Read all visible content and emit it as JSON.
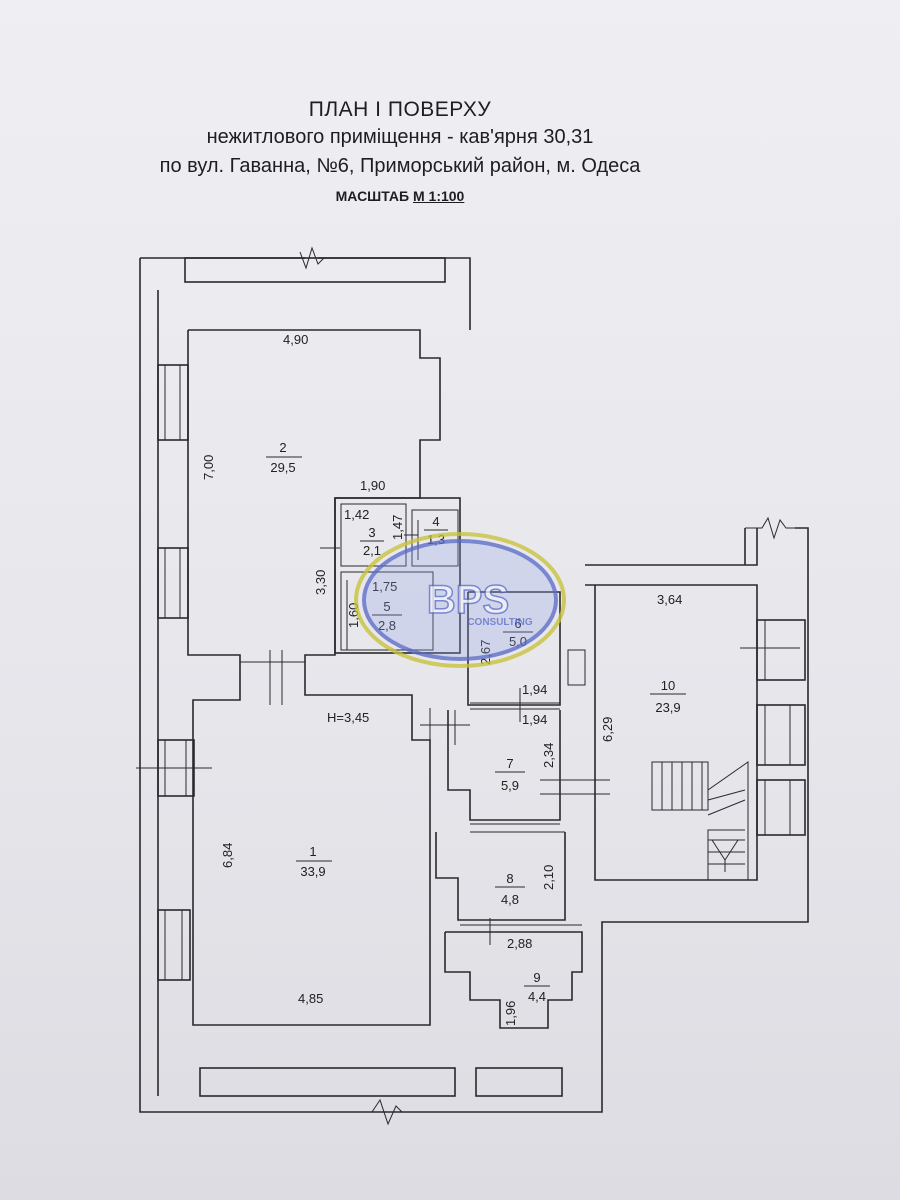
{
  "header": {
    "title": "ПЛАН І ПОВЕРХУ",
    "subtitle": "нежитлового приміщення - кав'ярня 30,31",
    "address": "по вул. Гаванна, №6, Приморський район, м. Одеса",
    "scale_label": "МАСШТАБ",
    "scale_value": "М 1:100"
  },
  "ceiling_height": "H=3,45",
  "rooms": [
    {
      "number": "1",
      "area": "33,9"
    },
    {
      "number": "2",
      "area": "29,5"
    },
    {
      "number": "3",
      "area": "2,1"
    },
    {
      "number": "4",
      "area": "1,3"
    },
    {
      "number": "5",
      "area": "2,8"
    },
    {
      "number": "6",
      "area": "5,0"
    },
    {
      "number": "7",
      "area": "5,9"
    },
    {
      "number": "8",
      "area": "4,8"
    },
    {
      "number": "9",
      "area": "4,4"
    },
    {
      "number": "10",
      "area": "23,9"
    }
  ],
  "dimensions": {
    "room2_width": "4,90",
    "room2_length": "7,00",
    "corridor_width": "1,90",
    "room3_width": "1,42",
    "room3_length": "1,47",
    "wc_block_length": "3,30",
    "room5_width": "1,75",
    "room5_length": "1,60",
    "room6_length": "2,67",
    "room6_width_top": "1,94",
    "room6_width_bottom": "1,94",
    "room1_length": "6,84",
    "room1_width": "4,85",
    "room7_length": "2,34",
    "room8_length": "2,10",
    "room9_width": "2,88",
    "room9_length": "1,96",
    "room10_width": "3,64",
    "room10_length": "6,29"
  },
  "watermark": {
    "brand": "BPS",
    "tagline": "CONSULTING",
    "colors": {
      "primary": "#5b6cc8",
      "accent": "#c8c23a"
    }
  }
}
